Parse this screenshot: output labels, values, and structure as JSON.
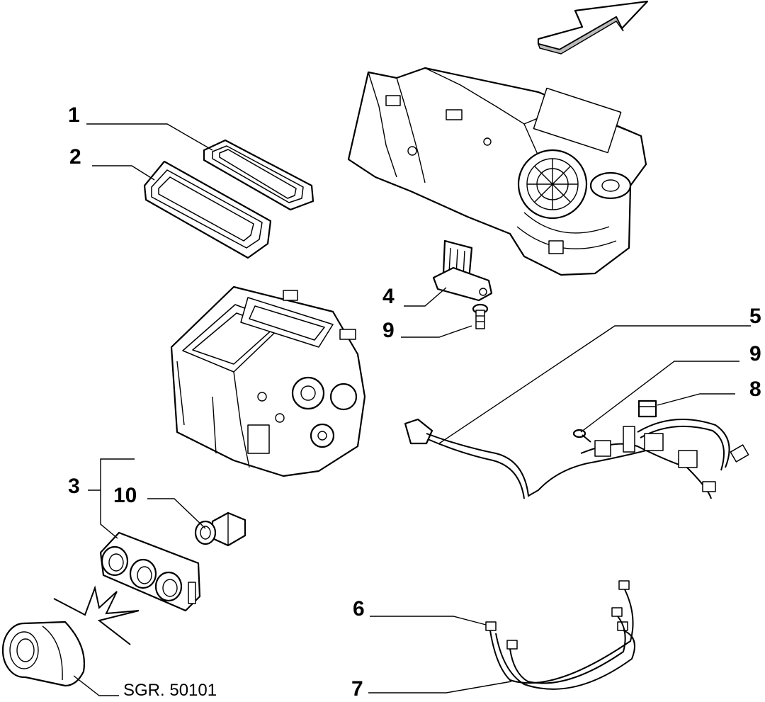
{
  "diagram": {
    "callouts": [
      {
        "id": "c1",
        "text": "1"
      },
      {
        "id": "c2",
        "text": "2"
      },
      {
        "id": "c3",
        "text": "3"
      },
      {
        "id": "c10",
        "text": "10"
      },
      {
        "id": "c4",
        "text": "4"
      },
      {
        "id": "c9a",
        "text": "9"
      },
      {
        "id": "c5",
        "text": "5"
      },
      {
        "id": "c9b",
        "text": "9"
      },
      {
        "id": "c8",
        "text": "8"
      },
      {
        "id": "c6",
        "text": "6"
      },
      {
        "id": "c7",
        "text": "7"
      }
    ],
    "reference": "SGR. 50101"
  }
}
